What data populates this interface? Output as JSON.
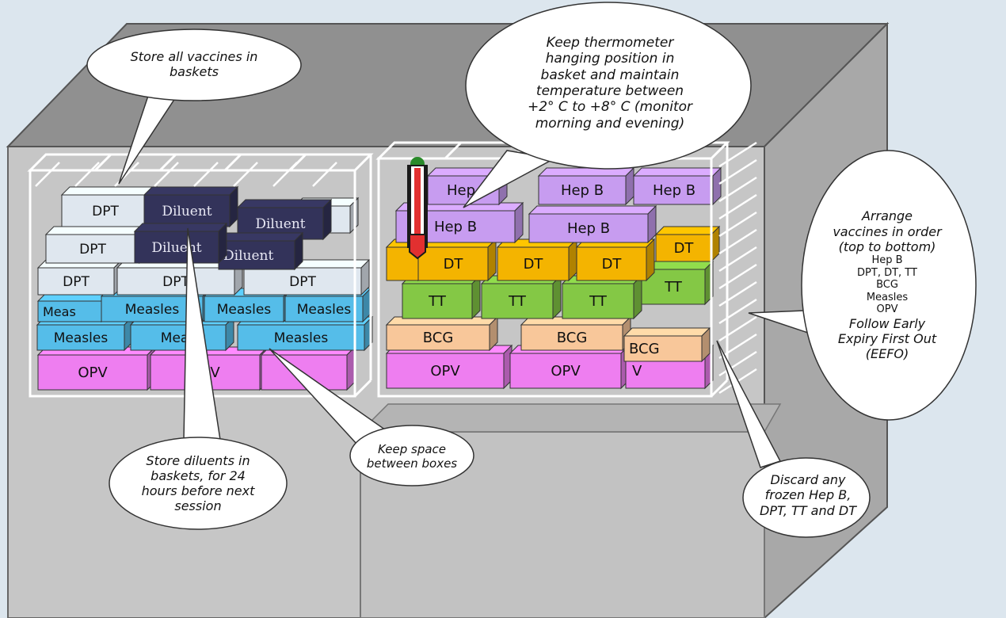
{
  "colors": {
    "background": "#dce6ee",
    "cabinet_front": "#c6c6c6",
    "cabinet_top": "#8e8e8e",
    "cabinet_side": "#a8a8a8",
    "dpt": "#dfe7ef",
    "diluent": "#33335a",
    "measles": "#55bde9",
    "opv": "#ee7ef0",
    "hepb": "#c79cf0",
    "dt": "#f4b400",
    "tt": "#84c845",
    "bcg": "#f8c79a"
  },
  "boxes": {
    "dpt": "DPT",
    "diluent": "Diluent",
    "measles": "Measles",
    "meas_partial": "Meas",
    "opv": "OPV",
    "hepb": "Hep B",
    "hepb_partial": "Hep",
    "dt": "DT",
    "tt": "TT",
    "bcg": "BCG",
    "v_partial": "V"
  },
  "callouts": {
    "store_vaccines": "Store all  vaccines in baskets",
    "thermometer": [
      "Keep thermometer",
      "hanging position in",
      "basket and maintain",
      "temperature between",
      "+2° C to +8° C (monitor",
      "morning and evening)"
    ],
    "arrange_title": [
      "Arrange",
      "vaccines in order",
      "(top to bottom)"
    ],
    "arrange_list": [
      "Hep B",
      "DPT, DT, TT",
      "BCG",
      "Measles",
      "OPV"
    ],
    "arrange_footer": [
      "Follow Early",
      "Expiry First Out",
      "(EEFO)"
    ],
    "diluents": [
      "Store diluents in",
      "baskets, for 24",
      "hours before next",
      "session"
    ],
    "space": [
      "Keep space",
      "between boxes"
    ],
    "discard": [
      "Discard any",
      "frozen Hep B,",
      "DPT, TT and DT"
    ]
  }
}
